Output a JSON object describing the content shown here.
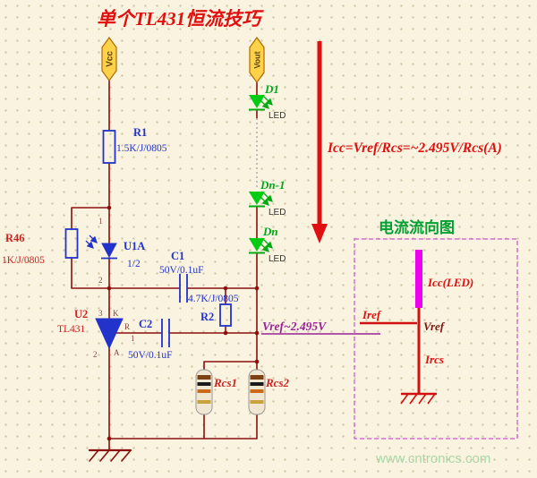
{
  "page": {
    "title": "单个TL431恒流技巧",
    "watermark": "www.cntronics.com"
  },
  "nets": {
    "vcc": "Vcc",
    "vout": "Vout",
    "vref_note": "Vref~2.495V",
    "icc_formula": "Icc=Vref/Rcs=~2.495V/Rcs(A)"
  },
  "components": {
    "r1": {
      "ref": "R1",
      "value": "1.5K/J/0805"
    },
    "r46": {
      "ref": "R46",
      "value": "1K/J/0805"
    },
    "r2": {
      "ref": "R2",
      "value": "4.7K/J/0805"
    },
    "c1": {
      "ref": "C1",
      "value": "50V/0.1uF"
    },
    "c2": {
      "ref": "C2",
      "value": "50V/0.1uF"
    },
    "u1a": {
      "ref": "U1A",
      "value": "1/2",
      "pin_top": "1",
      "pin_bottom": "2"
    },
    "u2": {
      "ref": "U2",
      "value": "TL431",
      "pin_k": "K",
      "pin_a": "A",
      "pin_r": "R",
      "pin_3": "3",
      "pin_2": "2",
      "pin_1": "1"
    },
    "d1": {
      "ref": "D1",
      "type": "LED"
    },
    "dn_minus_1": {
      "ref": "Dn-1",
      "type": "LED"
    },
    "dn": {
      "ref": "Dn",
      "type": "LED"
    },
    "rcs1": {
      "ref": "Rcs1"
    },
    "rcs2": {
      "ref": "Rcs2"
    }
  },
  "flow_diagram": {
    "title": "电流流向图",
    "icc_label": "Icc(LED)",
    "iref_label": "Iref",
    "vref_label": "Vref",
    "ircs_label": "Ircs"
  },
  "colors": {
    "background": "#FAF3DF",
    "wire": "#8B1010",
    "component_blue": "#2233CC",
    "led_green": "#00CC11",
    "accent_red": "#E01010",
    "label_red": "#CC2222",
    "vref_purple": "#992299",
    "flow_magenta": "#EE00EE",
    "box_violet": "#CC55CC",
    "flow_title_green": "#00A033",
    "watermark_green": "#A9D7A9"
  }
}
